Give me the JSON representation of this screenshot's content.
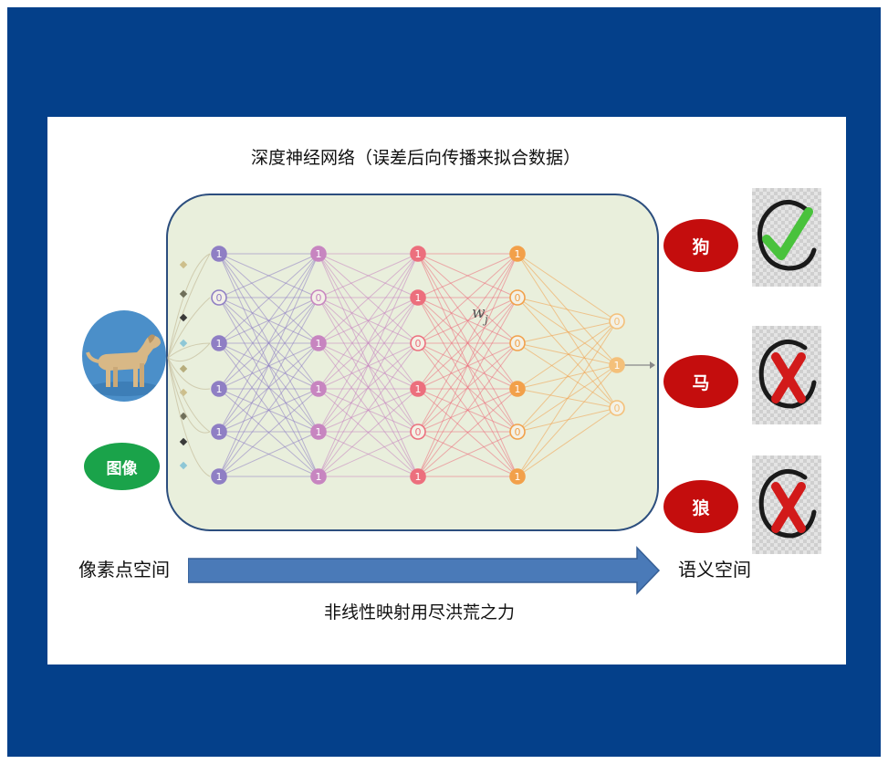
{
  "title": "深度神经网络（误差后向传播来拟合数据）",
  "input": {
    "badge": "图像",
    "space_label": "像素点空间"
  },
  "output": {
    "space_label": "语义空间",
    "classes": [
      {
        "label": "狗",
        "result": "check"
      },
      {
        "label": "马",
        "result": "cross"
      },
      {
        "label": "狼",
        "result": "cross"
      }
    ]
  },
  "mapping_label": "非线性映射用尽洪荒之力",
  "network": {
    "weight_label": "w",
    "weight_subscript": "j",
    "layers": [
      {
        "color": "#8f7fc4",
        "values": [
          "1",
          "0",
          "1",
          "1",
          "1",
          "1"
        ]
      },
      {
        "color": "#c785c0",
        "values": [
          "1",
          "0",
          "1",
          "1",
          "1",
          "1"
        ]
      },
      {
        "color": "#ec6f7d",
        "values": [
          "1",
          "1",
          "0",
          "1",
          "0",
          "1"
        ]
      },
      {
        "color": "#f2a04a",
        "values": [
          "1",
          "0",
          "0",
          "1",
          "0",
          "1"
        ]
      },
      {
        "color": "#f4c07a",
        "values": [
          "0",
          "1",
          "0"
        ]
      }
    ]
  },
  "colors": {
    "frame": "#04408a",
    "network_box_fill": "#e9efdc",
    "class_badge": "#c40d0d",
    "image_badge": "#1aa34a",
    "arrow": "#4a7ab8",
    "check": "#49c23c",
    "cross": "#d21a1a"
  }
}
